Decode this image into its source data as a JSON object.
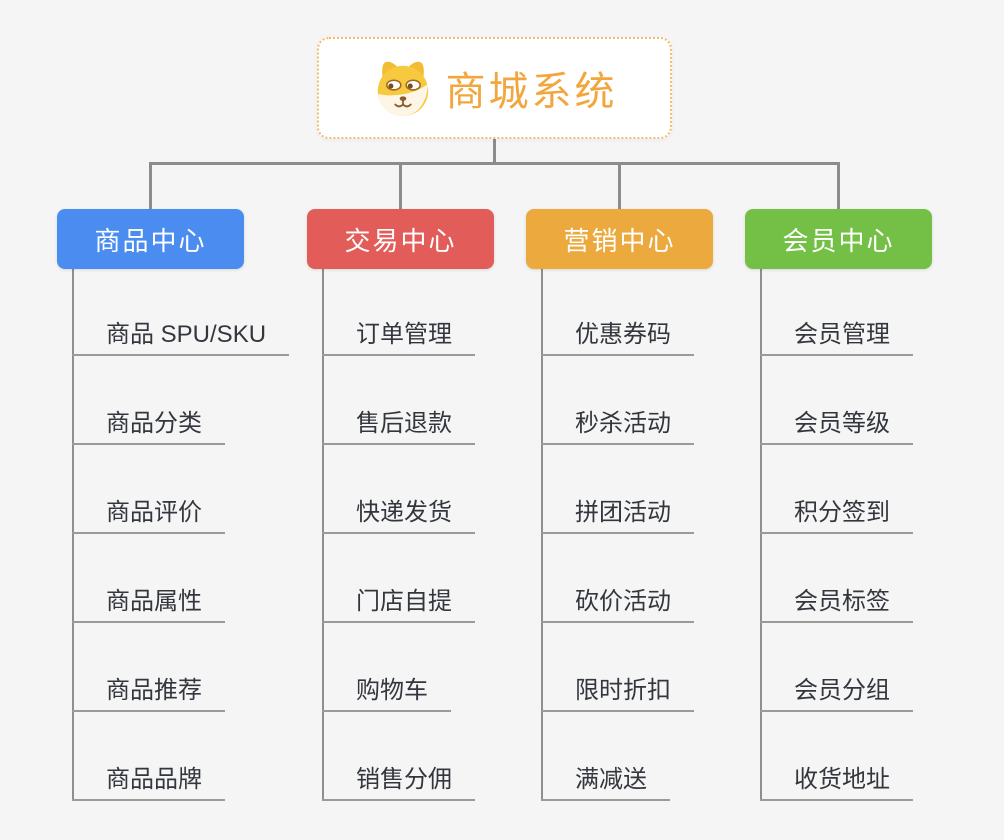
{
  "root": {
    "title": "商城系统",
    "icon": "dog-face-icon"
  },
  "colors": {
    "background": "#F5F5F5",
    "connector": "#8C8C8C",
    "underline": "#9A9A9A",
    "root_text": "#F2A73E",
    "root_border": "#F2BC6B",
    "item_text": "#33373D",
    "branch_blue": "#4A8CF0",
    "branch_red": "#E25C5A",
    "branch_orange": "#EBA93E",
    "branch_green": "#74C046"
  },
  "branches": [
    {
      "title": "商品中心",
      "color": "#4A8CF0",
      "items": [
        "商品 SPU/SKU",
        "商品分类",
        "商品评价",
        "商品属性",
        "商品推荐",
        "商品品牌"
      ]
    },
    {
      "title": "交易中心",
      "color": "#E25C5A",
      "items": [
        "订单管理",
        "售后退款",
        "快递发货",
        "门店自提",
        "购物车",
        "销售分佣"
      ]
    },
    {
      "title": "营销中心",
      "color": "#EBA93E",
      "items": [
        "优惠券码",
        "秒杀活动",
        "拼团活动",
        "砍价活动",
        "限时折扣",
        "满减送"
      ]
    },
    {
      "title": "会员中心",
      "color": "#74C046",
      "items": [
        "会员管理",
        "会员等级",
        "积分签到",
        "会员标签",
        "会员分组",
        "收货地址"
      ]
    }
  ]
}
